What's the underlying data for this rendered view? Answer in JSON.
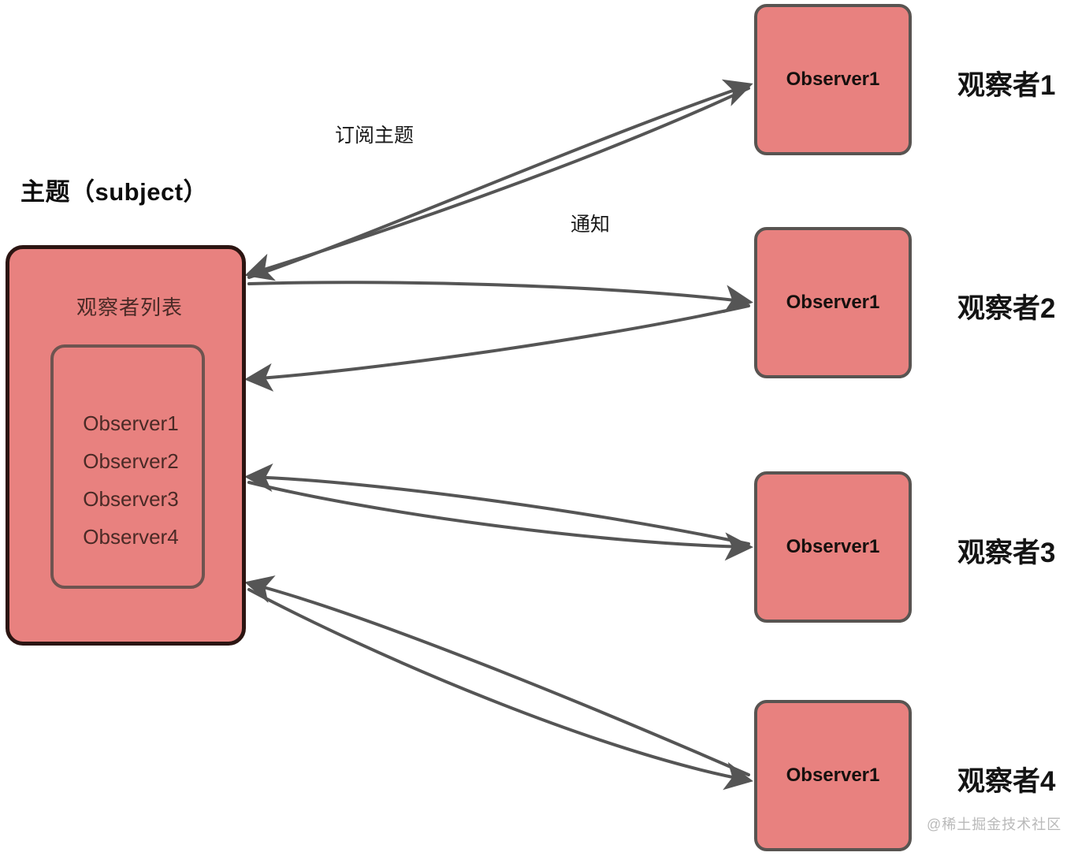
{
  "diagram": {
    "title": "主题（subject）",
    "background_color": "#ffffff",
    "box_fill_color": "#E8817F",
    "subject_border_color": "#2C1512",
    "observer_border_color": "#585451",
    "arrow_color": "#555555"
  },
  "subject": {
    "title": "主题（subject）",
    "caption": "观察者列表",
    "list": [
      {
        "label": "Observer1"
      },
      {
        "label": "Observer2"
      },
      {
        "label": "Observer3"
      },
      {
        "label": "Observer4"
      }
    ]
  },
  "observers": [
    {
      "box_label": "Observer1",
      "side_caption": "观察者1"
    },
    {
      "box_label": "Observer1",
      "side_caption": "观察者2"
    },
    {
      "box_label": "Observer1",
      "side_caption": "观察者3"
    },
    {
      "box_label": "Observer1",
      "side_caption": "观察者4"
    }
  ],
  "edge_labels": {
    "subscribe": "订阅主题",
    "notify": "通知"
  },
  "watermark": "@稀土掘金技术社区"
}
